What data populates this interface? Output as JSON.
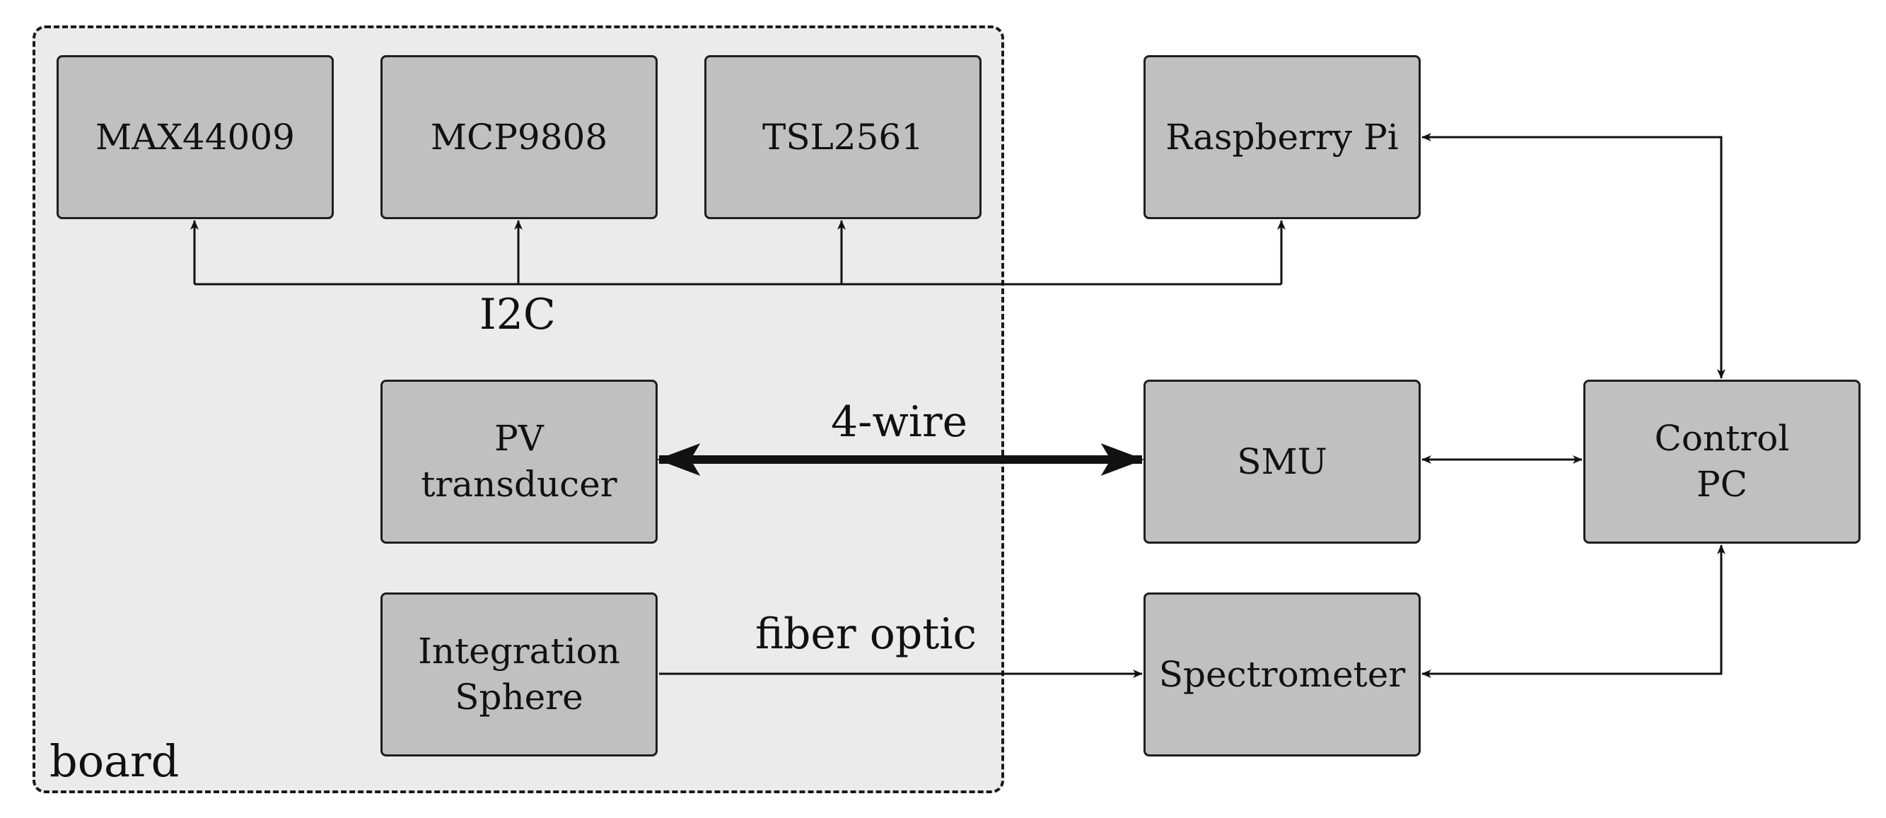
{
  "board": {
    "label": "board"
  },
  "blocks": {
    "max44009": "MAX44009",
    "mcp9808": "MCP9808",
    "tsl2561": "TSL2561",
    "raspberry_pi": "Raspberry Pi",
    "pv_transducer": "PV\ntransducer",
    "smu": "SMU",
    "control_pc": "Control\nPC",
    "integration_sphere": "Integration\nSphere",
    "spectrometer": "Spectrometer"
  },
  "connections": {
    "i2c": "I2C",
    "four_wire": "4-wire",
    "fiber_optic": "fiber optic"
  }
}
